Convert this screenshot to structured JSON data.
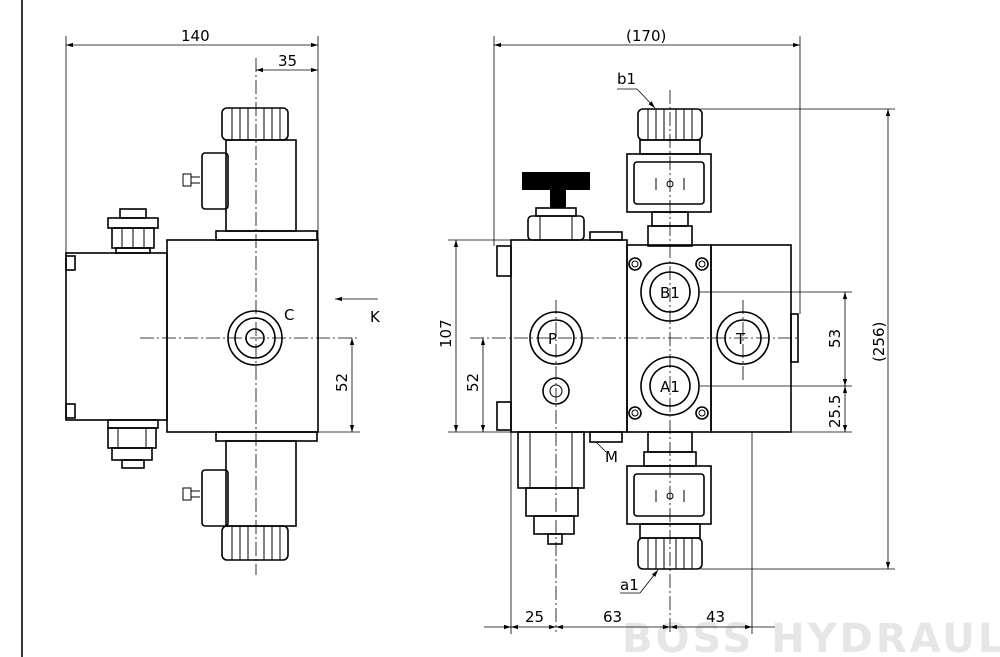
{
  "watermark": "BOSS HYDRAULIC",
  "side_view": {
    "dims": {
      "overall_width": "140",
      "coil_offset": "35",
      "port_height": "52"
    },
    "port_label": "C",
    "view_label": "K"
  },
  "front_view": {
    "dims": {
      "overall_width": "(170)",
      "overall_height": "(256)",
      "body_height": "107",
      "p_height": "52",
      "b1_a1_spacing": "53",
      "a1_height": "25.5",
      "w1": "25",
      "w2": "63",
      "w3": "43"
    },
    "ports": {
      "p": "P",
      "b1": "B1",
      "a1": "A1",
      "t": "T",
      "m": "M"
    },
    "solenoids": {
      "top": "b1",
      "bottom": "a1"
    }
  }
}
